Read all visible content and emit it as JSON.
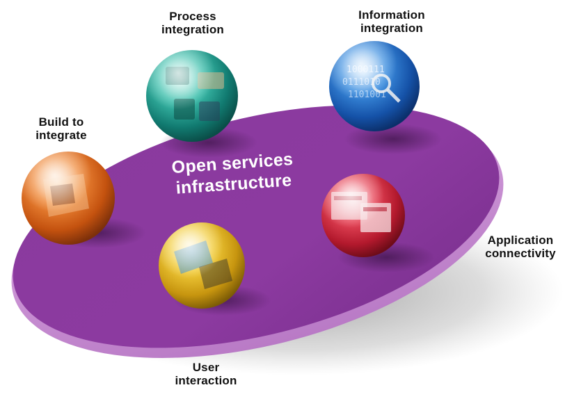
{
  "diagram": {
    "center": {
      "line1": "Open services",
      "line2": "infrastructure"
    },
    "nodes": [
      {
        "id": "process",
        "line1": "Process",
        "line2": "integration",
        "color": "#1aa39a"
      },
      {
        "id": "information",
        "line1": "Information",
        "line2": "integration",
        "color": "#1f6fc4"
      },
      {
        "id": "build",
        "line1": "Build to",
        "line2": "integrate",
        "color": "#e56a1c"
      },
      {
        "id": "application",
        "line1": "Application",
        "line2": "connectivity",
        "color": "#d42a3c"
      },
      {
        "id": "user",
        "line1": "User",
        "line2": "interaction",
        "color": "#e0b41c"
      }
    ],
    "platform_color": "#8e3aa0"
  }
}
